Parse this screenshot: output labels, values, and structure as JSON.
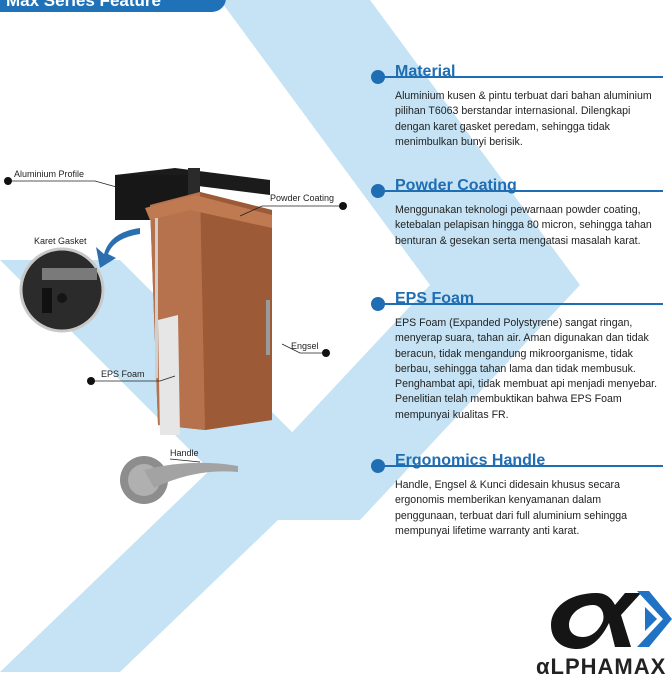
{
  "banner": {
    "title": "Max Series Feature"
  },
  "features": [
    {
      "title": "Material",
      "text": "Aluminium kusen & pintu terbuat dari bahan aluminium pilihan T6063 berstandar internasional. Dilengkapi dengan karet gasket peredam, sehingga tidak menimbulkan bunyi berisik."
    },
    {
      "title": "Powder Coating",
      "text": "Menggunakan teknologi pewarnaan powder coating, ketebalan pelapisan hingga 80 micron, sehingga tahan benturan & gesekan serta mengatasi masalah karat."
    },
    {
      "title": "EPS Foam",
      "text": "EPS Foam (Expanded Polystyrene) sangat ringan, menyerap suara, tahan air. Aman digunakan dan tidak beracun, tidak mengandung mikroorganisme, tidak berbau, sehingga tahan lama dan tidak membusuk. Penghambat api, tidak membuat api menjadi menyebar. Penelitian telah membuktikan bahwa EPS Foam mempunyai kualitas FR."
    },
    {
      "title": "Ergonomics Handle",
      "text": "Handle, Engsel & Kunci didesain khusus secara ergonomis memberikan kenyamanan dalam penggunaan, terbuat dari full aluminium sehingga mempunyai lifetime warranty anti karat."
    }
  ],
  "callouts": {
    "aluminium_profile": "Aluminium Profile",
    "powder_coating": "Powder Coating",
    "karet_gasket": "Karet Gasket",
    "engsel": "Engsel",
    "eps_foam": "EPS Foam",
    "handle": "Handle"
  },
  "logo": {
    "text": "LPHAMAX",
    "icon": "alpha-logo-icon"
  },
  "colors": {
    "accent": "#1f6db3",
    "chevron": "#bfe0f3",
    "door_wood": "#a8643f",
    "frame": "#1a1a1a"
  }
}
